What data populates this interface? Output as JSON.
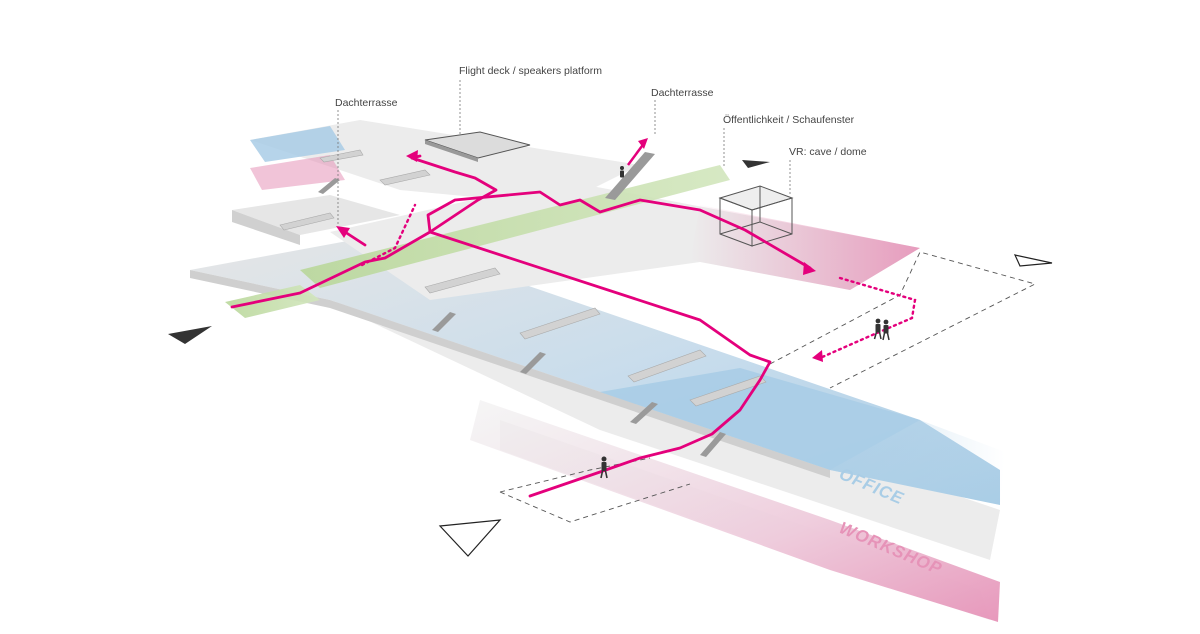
{
  "labels": {
    "flight_deck": "Flight deck / speakers platform",
    "dachterrasse_left": "Dachterrasse",
    "dachterrasse_right": "Dachterrasse",
    "oeffentlichkeit": "Öffentlichkeit / Schaufenster",
    "vr": "VR: cave / dome"
  },
  "zones": {
    "office": "OFFICE",
    "workshop": "WORKSHOP"
  },
  "colors": {
    "path": "#e4007c",
    "office": "#a9cde6",
    "workshop": "#e693b8",
    "green_strip": "#c3dca4",
    "slab": "#e9e9e9",
    "slab_edge": "#c8c8c8",
    "north_arrow_dark": "#333333",
    "guide_line": "#666666"
  }
}
